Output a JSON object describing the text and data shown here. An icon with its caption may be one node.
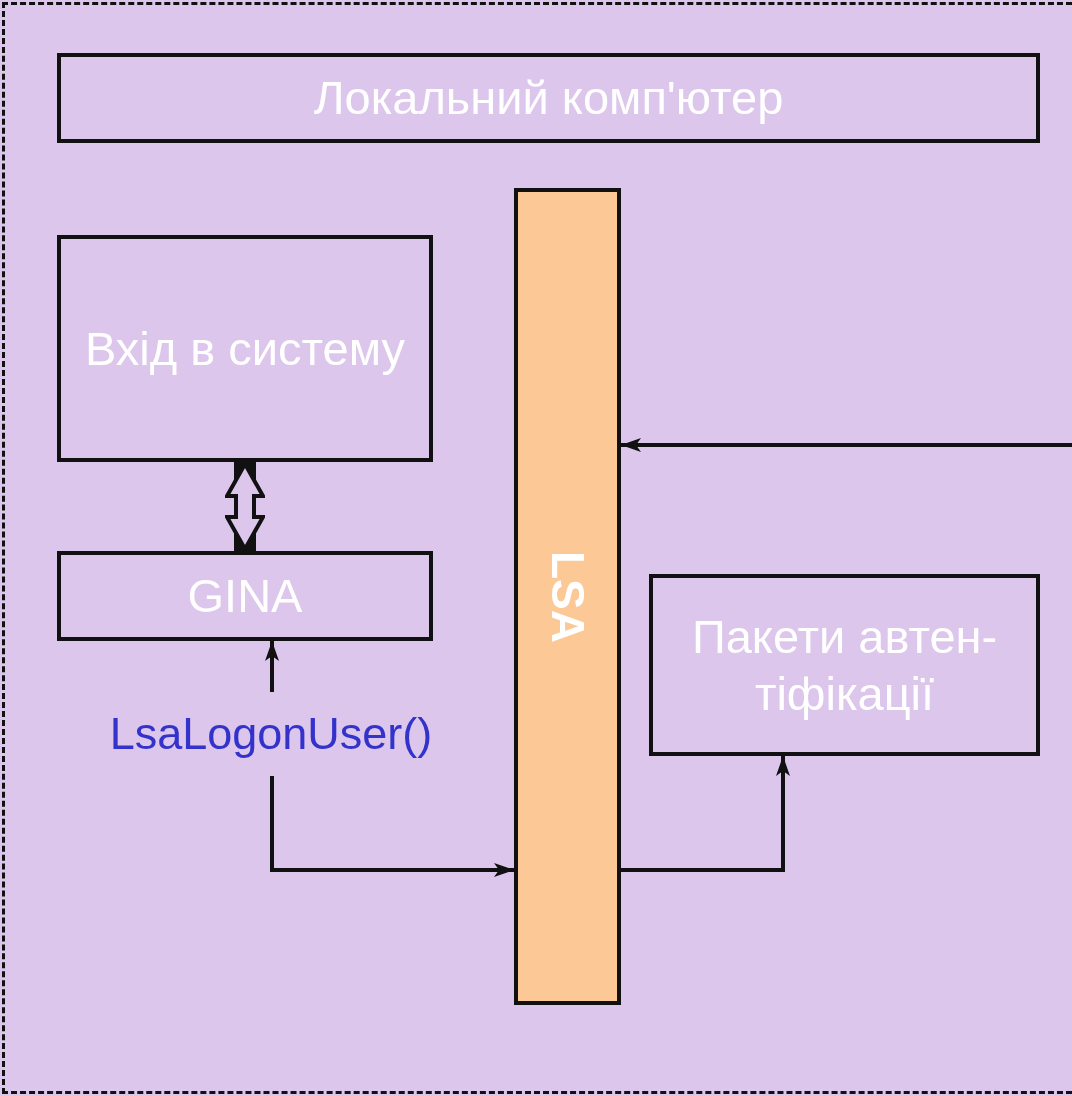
{
  "diagram": {
    "nodes": [
      {
        "text": [],
        "shape": "box"
      },
      {
        "text": [
          "Локальний комп'ютер"
        ],
        "in": 0
      },
      {
        "text": [
          "Вхід в систему"
        ],
        "in": 0
      },
      {
        "text": [
          "GINA"
        ],
        "in": 0
      },
      {
        "text": [
          "LSA"
        ],
        "in": 0
      },
      {
        "text": [
          "Пакети автен- тіфікації"
        ],
        "in": 0
      },
      {
        "text": [
          "LsaLogonUser()"
        ],
        "in": 0
      }
    ],
    "edges": [
      {
        "from": 2,
        "to": 3,
        "arrow": "both",
        "style": "thick"
      },
      {
        "from": 6,
        "to": 3,
        "arrow": "to"
      },
      {
        "from": 6,
        "to": 4,
        "arrow": "to"
      },
      {
        "from": 4,
        "to": 5,
        "arrow": "to"
      },
      {
        "from": null,
        "to": 4,
        "arrow": "to"
      }
    ]
  }
}
